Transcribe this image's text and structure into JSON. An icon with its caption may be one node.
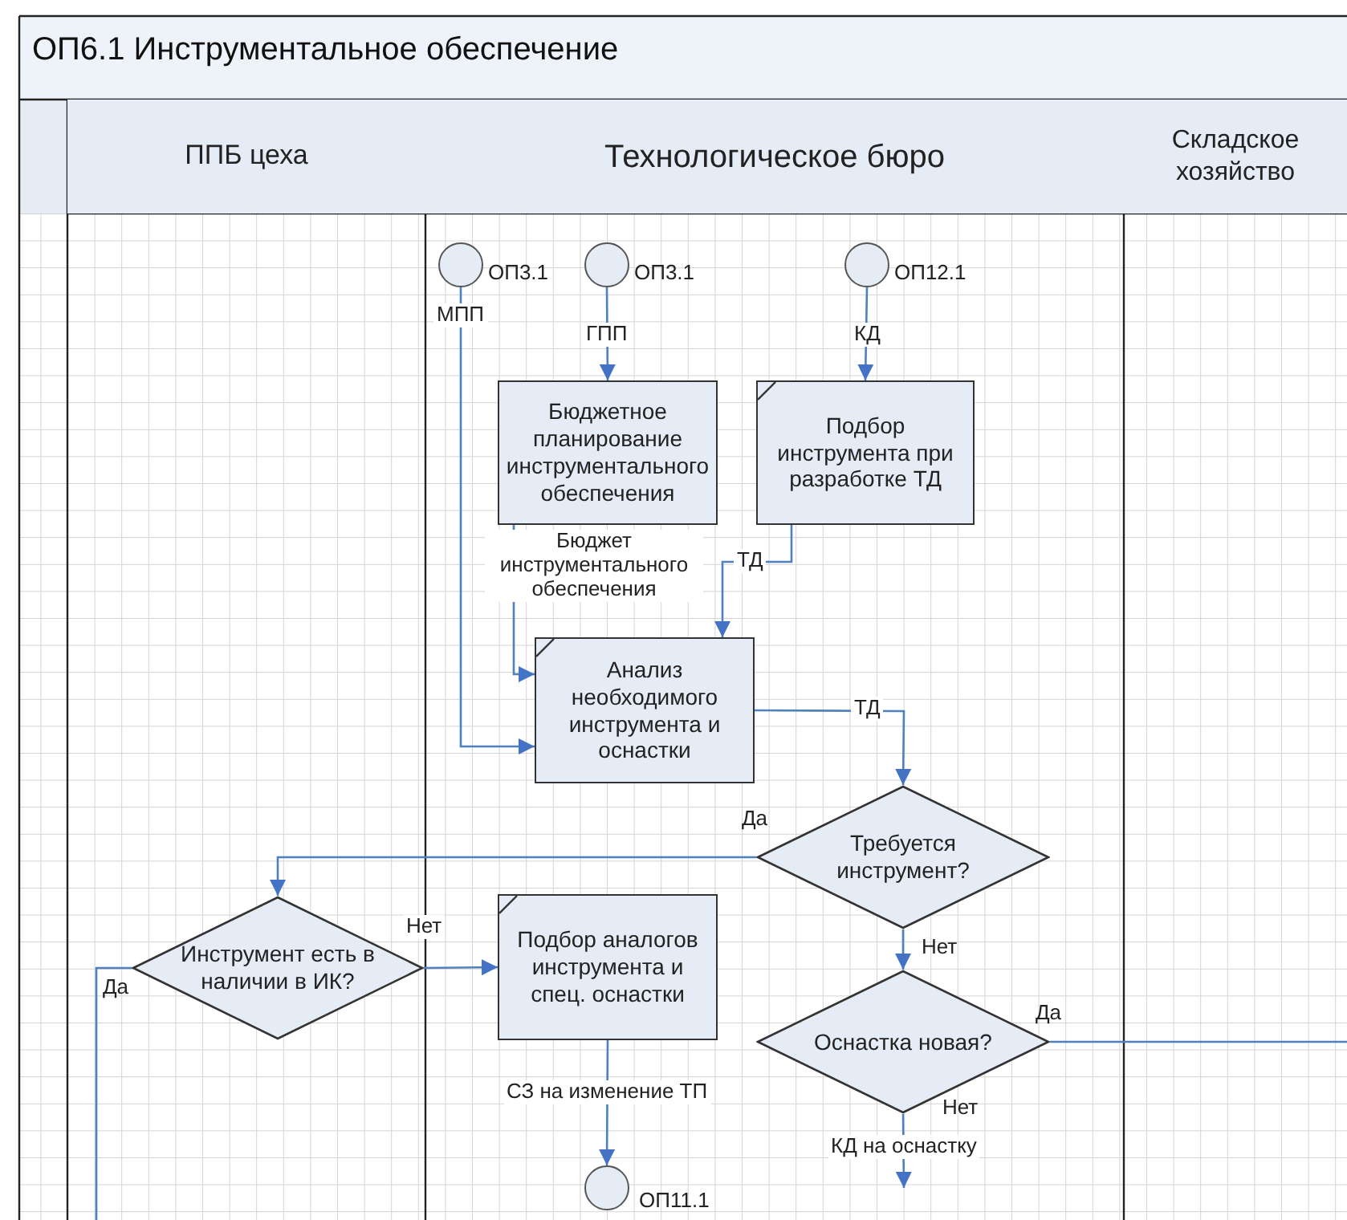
{
  "diagram": {
    "title": "ОП6.1 Инструментальное обеспечение",
    "nodes": [
      {
        "text": [
          "ППБ цеха"
        ]
      },
      {
        "text": [
          "Технологическое бюро"
        ]
      },
      {
        "text": [
          "Складское хозяйство"
        ]
      },
      {
        "text": [],
        "shape": "circle",
        "beside": [
          "ОП3.1"
        ]
      },
      {
        "text": [],
        "shape": "circle",
        "beside": [
          "ОП3.1"
        ]
      },
      {
        "text": [],
        "shape": "circle",
        "beside": [
          "ОП12.1"
        ]
      },
      {
        "text": [
          "Бюджетное планирование инструментального обеспечения"
        ]
      },
      {
        "text": [
          "Подбор инструмента при разработке ТД"
        ]
      },
      {
        "text": [
          "Анализ необходимого инструмента и оснастки"
        ]
      },
      {
        "text": [
          "Требуется инструмент?"
        ]
      },
      {
        "text": [
          "Инструмент есть в наличии в ИК?"
        ]
      },
      {
        "text": [
          "Подбор аналогов инструмента и спец. оснастки"
        ]
      },
      {
        "text": [
          "Оснастка новая?"
        ]
      },
      {
        "text": [],
        "shape": "circle",
        "beside": [
          "ОП11.1"
        ]
      }
    ],
    "edges": [
      {
        "from": 3,
        "to": 8,
        "arrow": "to",
        "label": "МПП"
      },
      {
        "from": 4,
        "to": 6,
        "arrow": "to",
        "label": "ГПП"
      },
      {
        "from": 5,
        "to": 7,
        "arrow": "to",
        "label": "КД"
      },
      {
        "from": 6,
        "to": 8,
        "arrow": "to",
        "label": "Бюджет инструментального обеспечения"
      },
      {
        "from": 7,
        "to": 8,
        "arrow": "to",
        "label": "ТД"
      },
      {
        "from": 8,
        "to": 9,
        "arrow": "to",
        "label": "ТД"
      },
      {
        "from": 9,
        "to": 10,
        "arrow": "to",
        "label": "Да"
      },
      {
        "from": 9,
        "to": 12,
        "arrow": "to",
        "label": "Нет"
      },
      {
        "from": 10,
        "to": 11,
        "arrow": "to",
        "label": "Нет"
      },
      {
        "from": 10,
        "to": null,
        "arrow": "none",
        "label": "Да"
      },
      {
        "from": 11,
        "to": 13,
        "arrow": "to",
        "label": "СЗ на изменение ТП"
      },
      {
        "from": 12,
        "to": null,
        "arrow": "to",
        "label": "КД на оснастку"
      },
      {
        "from": 12,
        "to": null,
        "arrow": "none",
        "label": "Да"
      }
    ],
    "labels": [
      "Нет"
    ]
  }
}
